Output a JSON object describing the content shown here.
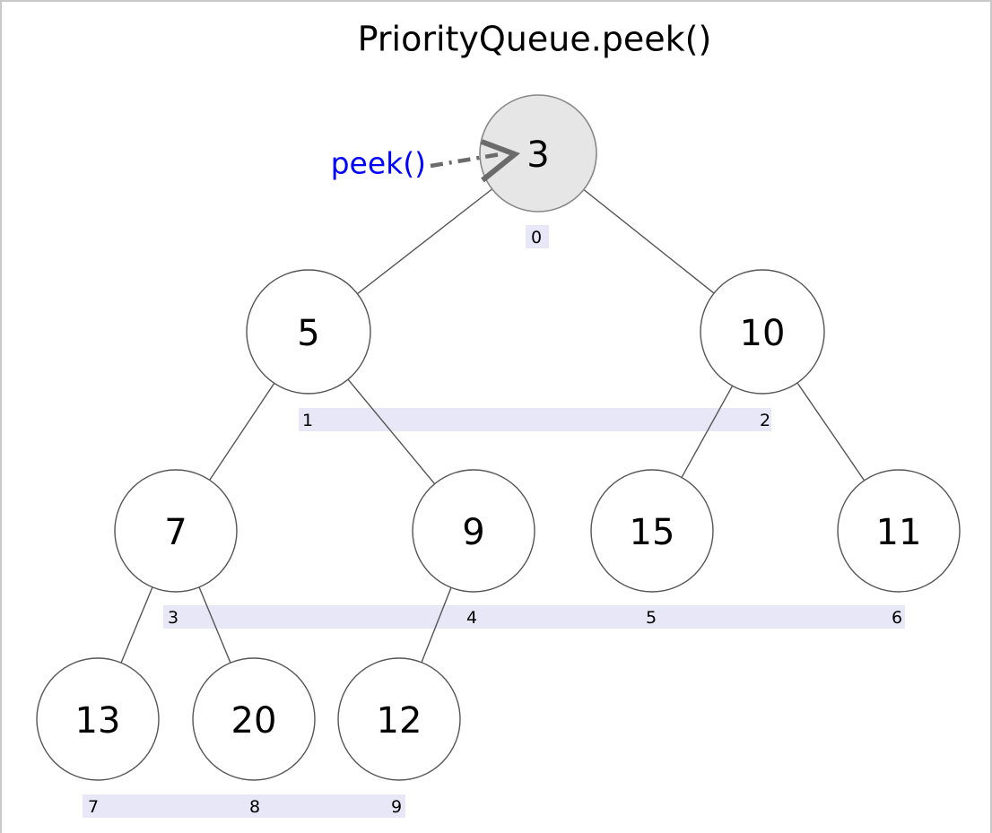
{
  "figure": {
    "title": "PriorityQueue.peek()",
    "background_color": "#ffffff",
    "frame_border_color": "#c8c8c8"
  },
  "annotation": {
    "label": "peek()",
    "label_color": "#0000ff",
    "arrow_color": "#6b6b6b",
    "arrow_style": "dash-dot",
    "points_to_node_value": "3"
  },
  "heap": {
    "structure": "binary-min-heap",
    "highlight_color": "#e6e6e6",
    "node_fill": "#ffffff",
    "node_stroke": "#555555",
    "index_band_color": "#e7e7f7",
    "nodes": [
      {
        "index": "0",
        "value": "3",
        "level": 0,
        "highlighted": true
      },
      {
        "index": "1",
        "value": "5",
        "level": 1,
        "highlighted": false
      },
      {
        "index": "2",
        "value": "10",
        "level": 1,
        "highlighted": false
      },
      {
        "index": "3",
        "value": "7",
        "level": 2,
        "highlighted": false
      },
      {
        "index": "4",
        "value": "9",
        "level": 2,
        "highlighted": false
      },
      {
        "index": "5",
        "value": "15",
        "level": 2,
        "highlighted": false
      },
      {
        "index": "6",
        "value": "11",
        "level": 2,
        "highlighted": false
      },
      {
        "index": "7",
        "value": "13",
        "level": 3,
        "highlighted": false
      },
      {
        "index": "8",
        "value": "20",
        "level": 3,
        "highlighted": false
      },
      {
        "index": "9",
        "value": "12",
        "level": 3,
        "highlighted": false
      }
    ],
    "edges": [
      {
        "parent": "0",
        "child": "1"
      },
      {
        "parent": "0",
        "child": "2"
      },
      {
        "parent": "1",
        "child": "3"
      },
      {
        "parent": "1",
        "child": "4"
      },
      {
        "parent": "2",
        "child": "5"
      },
      {
        "parent": "2",
        "child": "6"
      },
      {
        "parent": "3",
        "child": "7"
      },
      {
        "parent": "3",
        "child": "8"
      },
      {
        "parent": "4",
        "child": "9"
      }
    ]
  },
  "chart_data": {
    "type": "diagram",
    "title": "PriorityQueue.peek()",
    "array_representation": [
      "3",
      "5",
      "10",
      "7",
      "9",
      "15",
      "11",
      "13",
      "20",
      "12"
    ],
    "array_indices": [
      "0",
      "1",
      "2",
      "3",
      "4",
      "5",
      "6",
      "7",
      "8",
      "9"
    ],
    "annotations": [
      "peek()"
    ]
  }
}
